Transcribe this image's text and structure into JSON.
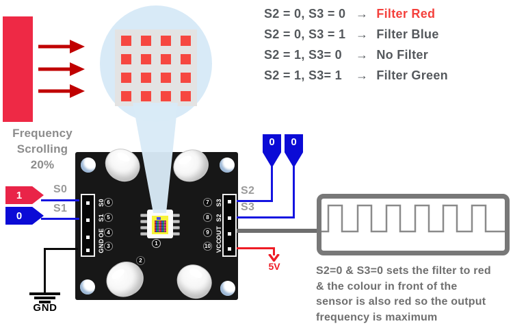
{
  "filter_table": {
    "rows": [
      {
        "condition": "S2 = 0, S3 = 0",
        "arrow": "→",
        "result": "Filter Red"
      },
      {
        "condition": "S2 = 0, S3 = 1",
        "arrow": "→",
        "result": "Filter Blue"
      },
      {
        "condition": "S2 = 1, S3= 0",
        "arrow": "→",
        "result": "No Filter"
      },
      {
        "condition": "S2 = 1, S3= 1",
        "arrow": "→",
        "result": "Filter Green"
      }
    ]
  },
  "light_source": {
    "label_lines": [
      "Frequency",
      "Scrolling",
      "20%"
    ]
  },
  "left_inputs": {
    "s0_value": "1",
    "s0_pin": "S0",
    "s1_value": "0",
    "s1_pin": "S1"
  },
  "right_inputs": {
    "s2_value": "0",
    "s2_pin": "S2",
    "s3_value": "0",
    "s3_pin": "S3"
  },
  "power_label": "5V",
  "ground_label": "GND",
  "module": {
    "left_header": [
      {
        "num": "6",
        "label": "S0"
      },
      {
        "num": "5",
        "label": "S1"
      },
      {
        "num": "4",
        "label": "OE"
      },
      {
        "num": "3",
        "label": "GND"
      }
    ],
    "right_header": [
      {
        "num": "7",
        "label": "S3"
      },
      {
        "num": "8",
        "label": "S2"
      },
      {
        "num": "9",
        "label": "OUT"
      },
      {
        "num": "10",
        "label": "VCC"
      }
    ],
    "part_markers": [
      "1",
      "2"
    ]
  },
  "waveform": {
    "pulse_count": 6
  },
  "caption_lines": [
    "S2=0 & S3=0 sets the filter to red",
    "& the colour in front of the",
    "sensor is also red so the output",
    "frequency is maximum"
  ],
  "colors": {
    "light_block_red": "#ee2945",
    "arrow_dark_red": "#c00000",
    "magnifier_blue": "#d8eaf7",
    "photodiode_red": "#f64740",
    "wire_blue": "#1414e0",
    "wire_gray": "#6e6e6e",
    "wire_red": "#ee1c25",
    "filter_red_text": "#f4403c",
    "board_black": "#171717",
    "chip_yellow": "#f7f33a"
  }
}
